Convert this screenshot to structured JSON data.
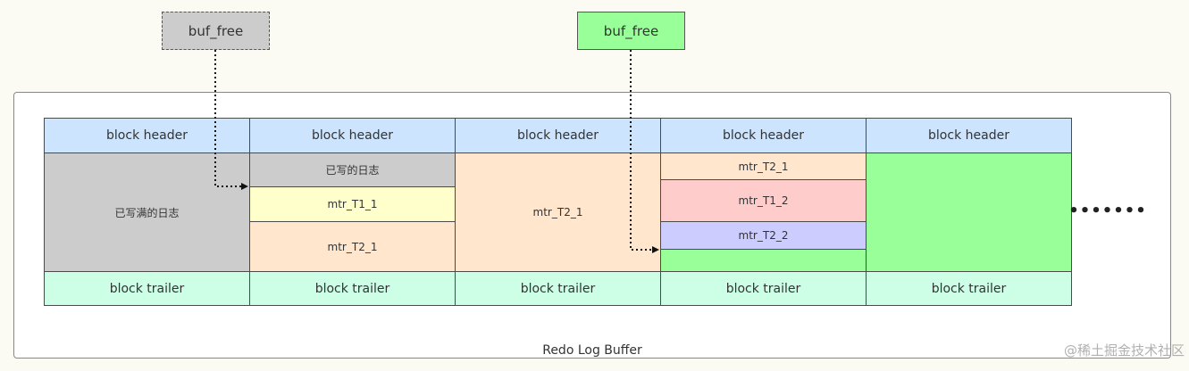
{
  "buf_free_old": {
    "label": "buf_free"
  },
  "buf_free_new": {
    "label": "buf_free"
  },
  "blocks": [
    {
      "header": "block header",
      "trailer": "block trailer",
      "segments": [
        {
          "label": "已写满的日志",
          "color": "#cccccc"
        }
      ]
    },
    {
      "header": "block header",
      "trailer": "block trailer",
      "segments": [
        {
          "label": "已写的日志",
          "color": "#cccccc"
        },
        {
          "label": "mtr_T1_1",
          "color": "#ffffcc"
        },
        {
          "label": "mtr_T2_1",
          "color": "#ffe6cc"
        }
      ]
    },
    {
      "header": "block header",
      "trailer": "block trailer",
      "segments": [
        {
          "label": "mtr_T2_1",
          "color": "#ffe6cc"
        }
      ]
    },
    {
      "header": "block header",
      "trailer": "block trailer",
      "segments": [
        {
          "label": "mtr_T2_1",
          "color": "#ffe6cc"
        },
        {
          "label": "mtr_T1_2",
          "color": "#ffcccc"
        },
        {
          "label": "mtr_T2_2",
          "color": "#ccccff"
        },
        {
          "label": "",
          "color": "#99ff99"
        }
      ]
    },
    {
      "header": "block header",
      "trailer": "block trailer",
      "segments": [
        {
          "label": "",
          "color": "#99ff99"
        }
      ]
    }
  ],
  "ellipsis": "•••••••",
  "buffer_label": "Redo Log Buffer",
  "watermark": "@稀土掘金技术社区",
  "colors": {
    "header": "#cce4fd",
    "trailer": "#ccffe6",
    "free_space": "#99ff99",
    "written": "#cccccc",
    "border": "#4a4a4a"
  }
}
